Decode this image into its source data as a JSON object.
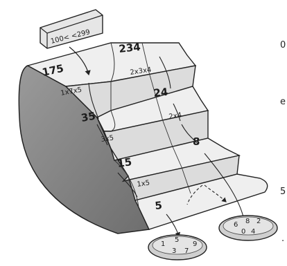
{
  "hopper": {
    "range_label": "100< <299"
  },
  "stairs": {
    "top_row": [
      "175",
      "234"
    ],
    "top_factorization": [
      "1x7x5",
      "2x3x4"
    ],
    "row2": [
      "35",
      "24"
    ],
    "row2_factorization": [
      "3x5",
      "2x4"
    ],
    "row3": [
      "15",
      "8"
    ],
    "row3_factorization": [
      "1x5"
    ],
    "row4": [
      "5"
    ]
  },
  "bins": {
    "left": {
      "digits": [
        "1",
        "5",
        "3",
        "7",
        "9"
      ]
    },
    "right": {
      "digits": [
        "6",
        "8",
        "2",
        "0",
        "4"
      ]
    }
  },
  "margin_letters": [
    "0",
    "e",
    "5",
    "."
  ]
}
